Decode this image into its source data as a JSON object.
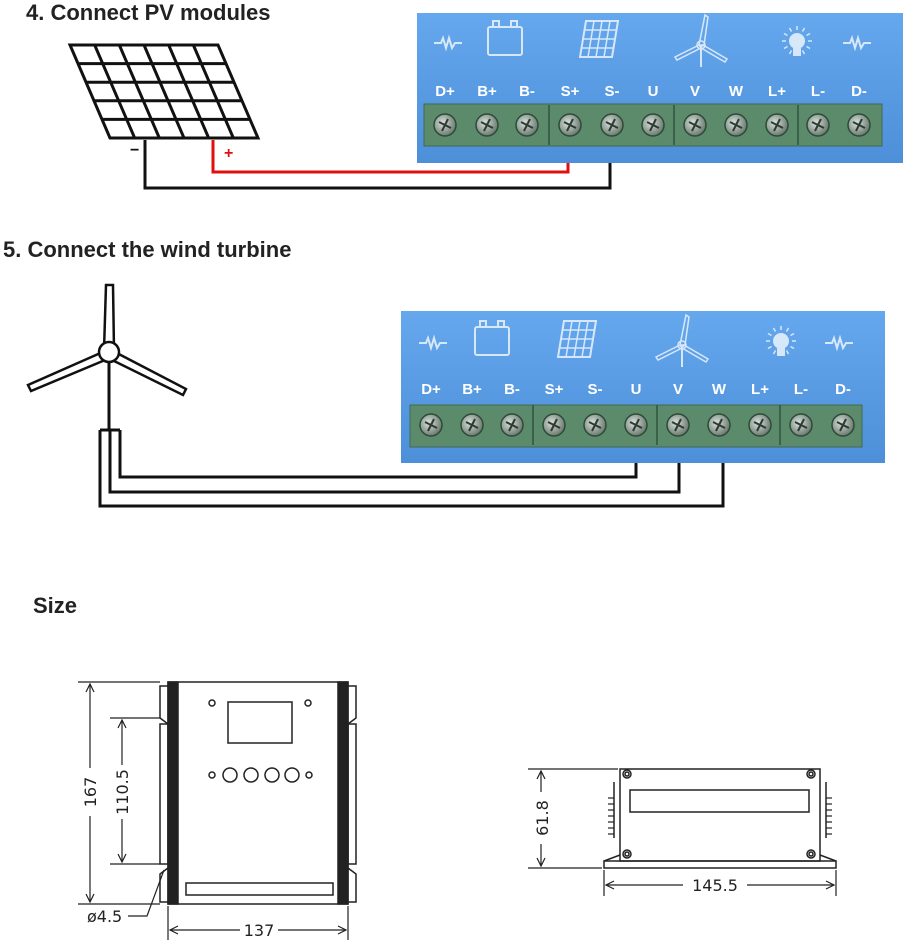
{
  "headings": {
    "pv": "4. Connect PV modules",
    "wind": "5. Connect the wind turbine",
    "size": "Size"
  },
  "terminal_labels": [
    "D+",
    "B+",
    "B-",
    "S+",
    "S-",
    "U",
    "V",
    "W",
    "L+",
    "L-",
    "D-"
  ],
  "pv_polarity": {
    "minus": "−",
    "plus": "+"
  },
  "dimensions": {
    "height": "167",
    "inner_height": "110.5",
    "hole": "ø4.5",
    "width": "137",
    "depth": "61.8",
    "length": "145.5"
  },
  "colors": {
    "panel_blue": "#5b9fe5",
    "terminal_green": "#5c8b6c",
    "wire_red": "#e01010",
    "wire_black": "#111111"
  },
  "icons": [
    "resistor-icon",
    "battery-icon",
    "solar-panel-icon",
    "wind-turbine-icon",
    "light-bulb-icon",
    "resistor-icon"
  ]
}
